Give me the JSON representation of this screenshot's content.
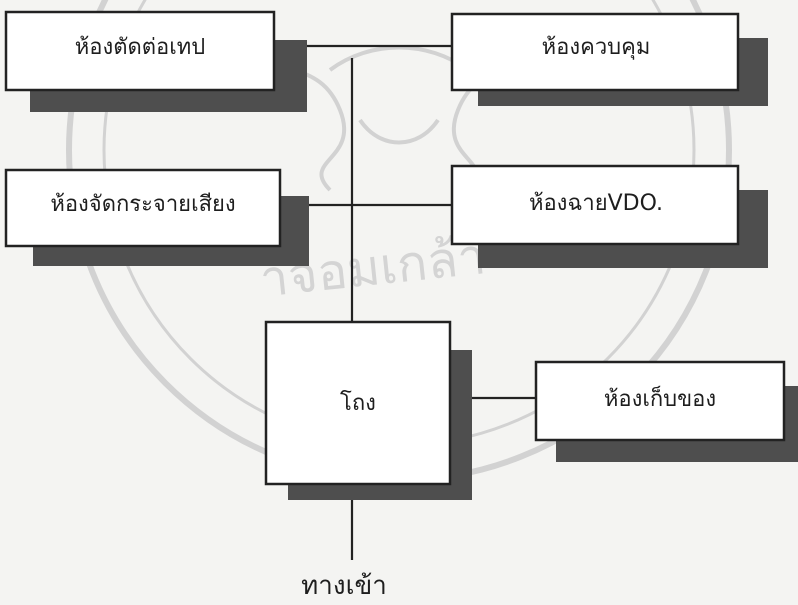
{
  "watermark": {
    "text": "าจอมเกล้า"
  },
  "diagram": {
    "rooms": {
      "editing": "ห้องตัดต่อเทป",
      "control": "ห้องควบคุม",
      "sound": "ห้องจัดกระจายเสียง",
      "projection": "ห้องฉายVDO.",
      "hall": "โถง",
      "storage": "ห้องเก็บของ"
    },
    "entrance": "ทางเข้า"
  },
  "colors": {
    "shadow": "#4e4e4e",
    "line": "#222222",
    "box_fill": "#ffffff"
  }
}
